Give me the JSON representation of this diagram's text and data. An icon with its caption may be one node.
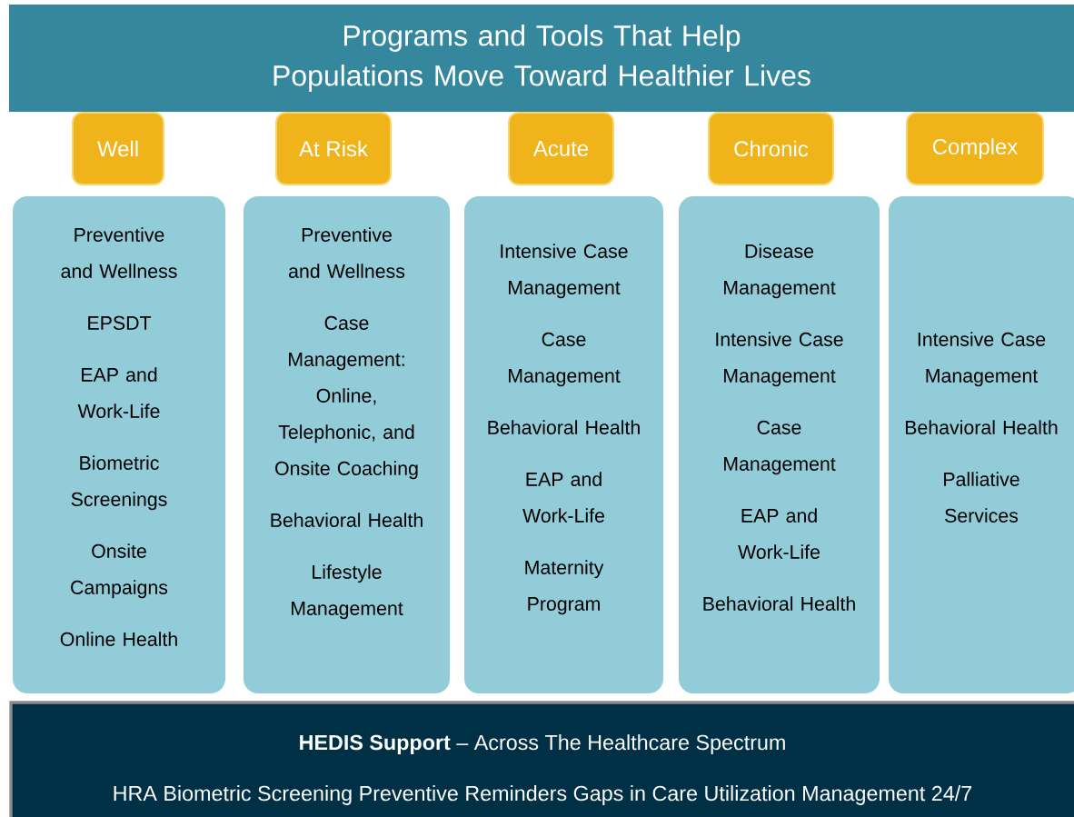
{
  "diagram": {
    "nodes": [
      {
        "text": [
          "Programs and Tools That Help Populations Move Toward Healthier Lives"
        ]
      },
      {
        "text": [
          "Well"
        ]
      },
      {
        "text": [
          "At Risk"
        ]
      },
      {
        "text": [
          "Acute"
        ]
      },
      {
        "text": [
          "Chronic"
        ]
      },
      {
        "text": [
          "Complex"
        ]
      },
      {
        "text": [
          "Preventive and Wellness",
          "EPSDT",
          "EAP and Work-Life",
          "Biometric Screenings",
          "Onsite Campaigns",
          "Online Health"
        ]
      },
      {
        "text": [
          "Preventive and Wellness",
          "Case Management: Online, Telephonic, and Onsite Coaching",
          "Behavioral Health",
          "Lifestyle Management"
        ]
      },
      {
        "text": [
          "Intensive Case Management",
          "Case Management",
          "Behavioral Health",
          "EAP and Work-Life",
          "Maternity Program"
        ]
      },
      {
        "text": [
          "Disease Management",
          "Intensive Case Management",
          "Case Management",
          "EAP and Work-Life",
          "Behavioral Health"
        ]
      },
      {
        "text": [
          "Intensive Case Management",
          "Behavioral Health",
          "Palliative Services"
        ]
      },
      {
        "text": [
          "**HEDIS Support** – Across The Healthcare Spectrum",
          "HRA Biometric Screening Preventive Reminders Gaps in Care Utilization Management 24/7"
        ]
      }
    ]
  }
}
